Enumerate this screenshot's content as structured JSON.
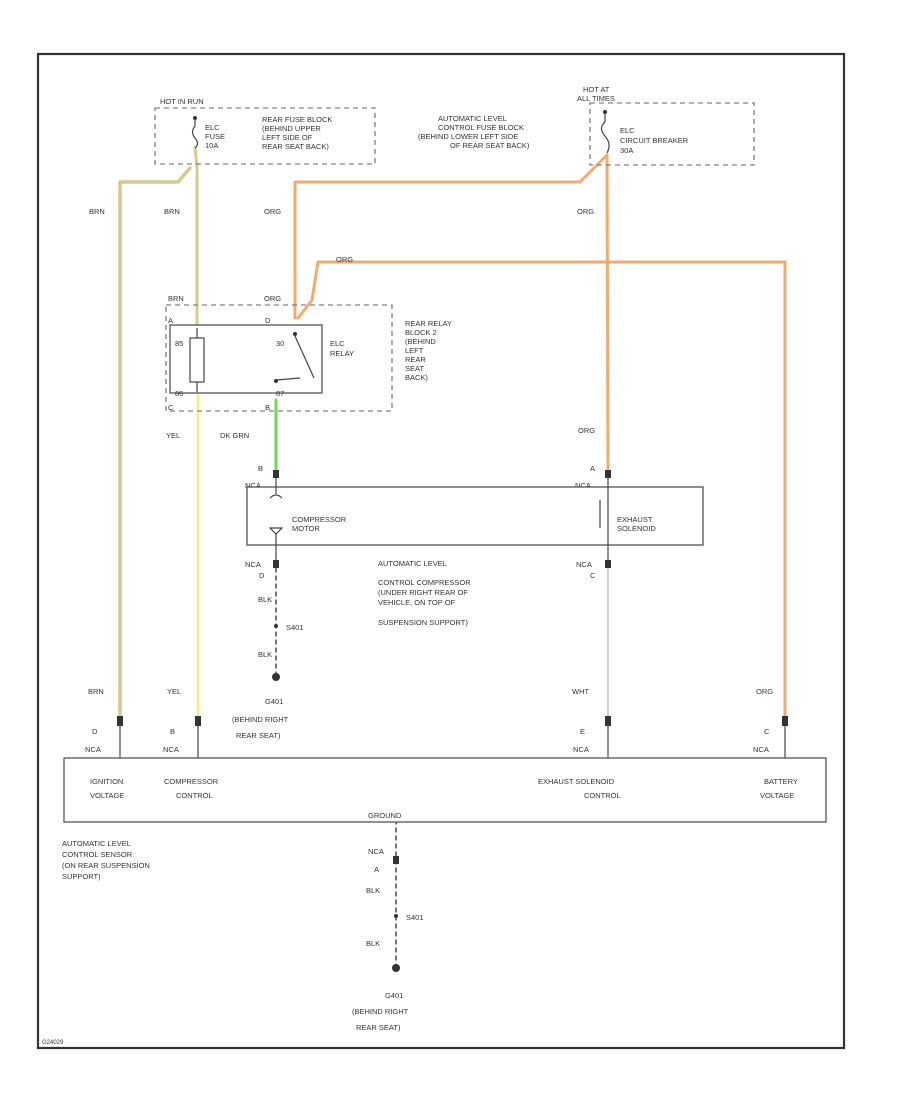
{
  "colors": {
    "brn": "#d8c98c",
    "org": "#f7a96a",
    "yel": "#f4f074",
    "dkgrn": "#6fd65a",
    "wht": "#bbbbbb",
    "blk": "#333333"
  },
  "top": {
    "left_fuse": {
      "hot": "HOT IN RUN",
      "fuse_name": "ELC",
      "fuse_label": "FUSE",
      "fuse_rating": "10A",
      "block_desc": [
        "REAR FUSE BLOCK",
        "(BEHIND UPPER",
        "LEFT SIDE OF",
        "REAR SEAT BACK)"
      ]
    },
    "right_fuse": {
      "hot_line1": "HOT AT",
      "hot_line2": "ALL TIMES",
      "cb_name": "ELC",
      "cb_label": "CIRCUIT BREAKER",
      "cb_rating": "30A",
      "block_desc": [
        "AUTOMATIC LEVEL",
        "CONTROL FUSE BLOCK",
        "(BEHIND LOWER LEFT SIDE",
        "OF REAR SEAT BACK)"
      ]
    }
  },
  "wires": {
    "brn1": "BRN",
    "brn2": "BRN",
    "org1": "ORG",
    "org2": "ORG",
    "org_top": "ORG",
    "relay_brn": "BRN",
    "relay_org": "ORG",
    "yel": "YEL",
    "dk_grn": "DK GRN",
    "org_down": "ORG",
    "blk1": "BLK",
    "blk2": "BLK",
    "bottom_brn": "BRN",
    "bottom_yel": "YEL",
    "bottom_wht": "WHT",
    "bottom_org": "ORG",
    "gnd_blk1": "BLK",
    "gnd_blk2": "BLK"
  },
  "relay": {
    "name": "ELC",
    "name2": "RELAY",
    "pin_top_left": "A",
    "pin_top_right": "D",
    "pin_bottom_left": "C",
    "pin_bottom_right": "B",
    "pin_85": "85",
    "pin_86": "86",
    "pin_30": "30",
    "pin_87": "87",
    "block_desc": [
      "REAR RELAY",
      "BLOCK 2",
      "(BEHIND",
      "LEFT",
      "REAR",
      "SEAT",
      "BACK)"
    ]
  },
  "compressor": {
    "conn_left_pin": "B",
    "conn_right_pin": "A",
    "conn_left_tag": "NCA",
    "conn_right_tag": "NCA",
    "motor_label": [
      "COMPRESSOR",
      "MOTOR"
    ],
    "solenoid_label": [
      "EXHAUST",
      "SOLENOID"
    ],
    "bottom_left_tag": "NCA",
    "bottom_left_pin": "D",
    "bottom_right_tag": "NCA",
    "bottom_right_pin": "C",
    "desc": [
      "AUTOMATIC LEVEL",
      "CONTROL COMPRESSOR",
      "(UNDER RIGHT REAR OF",
      "VEHICLE, ON TOP OF",
      "SUSPENSION SUPPORT)"
    ]
  },
  "ground1": {
    "splice": "S401",
    "name": "G401",
    "desc": [
      "(BEHIND RIGHT",
      "REAR SEAT)"
    ]
  },
  "sensor": {
    "pins": [
      {
        "pin": "D",
        "tag": "NCA"
      },
      {
        "pin": "B",
        "tag": "NCA"
      },
      {
        "pin": "E",
        "tag": "NCA"
      },
      {
        "pin": "C",
        "tag": "NCA"
      }
    ],
    "labels": [
      [
        "IGNITION",
        "VOLTAGE"
      ],
      [
        "COMPRESSOR",
        "CONTROL"
      ],
      [
        "EXHAUST SOLENOID",
        "CONTROL"
      ],
      [
        "BATTERY",
        "VOLTAGE"
      ]
    ],
    "ground_label": "GROUND",
    "ground_tag": "NCA",
    "ground_pin": "A",
    "desc": [
      "AUTOMATIC LEVEL",
      "CONTROL SENSOR",
      "(ON REAR SUSPENSION",
      "SUPPORT)"
    ]
  },
  "ground2": {
    "splice": "S401",
    "name": "G401",
    "desc": [
      "(BEHIND RIGHT",
      "REAR SEAT)"
    ]
  },
  "footer": {
    "code": "G24029"
  }
}
